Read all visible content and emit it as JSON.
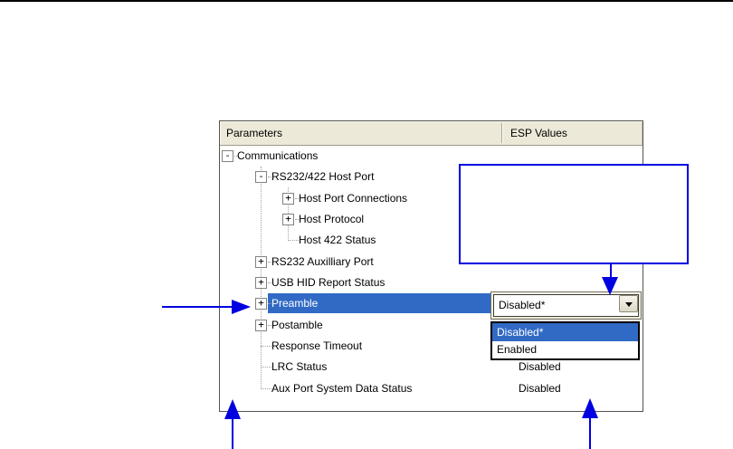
{
  "panel": {
    "columns": [
      "Parameters",
      "ESP Values"
    ],
    "tree": {
      "rows": [
        {
          "label": "Communications",
          "glyph": "-",
          "state": "expanded"
        },
        {
          "label": "RS232/422 Host Port",
          "glyph": "-",
          "state": "expanded"
        },
        {
          "label": "Host Port Connections",
          "glyph": "+",
          "state": "collapsed"
        },
        {
          "label": "Host Protocol",
          "glyph": "+",
          "state": "collapsed"
        },
        {
          "label": "Host 422 Status",
          "state": "leaf"
        },
        {
          "label": "RS232 Auxilliary Port",
          "glyph": "+",
          "state": "collapsed"
        },
        {
          "label": "USB HID Report Status",
          "glyph": "+",
          "state": "collapsed"
        },
        {
          "label": "Preamble",
          "glyph": "+",
          "state": "collapsed",
          "selected": true
        },
        {
          "label": "Postamble",
          "glyph": "+",
          "state": "collapsed"
        },
        {
          "label": "Response Timeout",
          "state": "leaf"
        },
        {
          "label": "LRC Status",
          "state": "leaf",
          "value": "Disabled"
        },
        {
          "label": "Aux Port System Data Status",
          "state": "leaf",
          "value": "Disabled"
        }
      ]
    },
    "preamble_editor": {
      "selected_value": "Disabled*",
      "options": [
        "Disabled*",
        "Enabled"
      ],
      "highlighted_option": "Disabled*"
    }
  },
  "colors": {
    "selection_blue": "#316AC5",
    "annotation_blue": "#0000E0",
    "header_beige": "#ECE9D8"
  }
}
